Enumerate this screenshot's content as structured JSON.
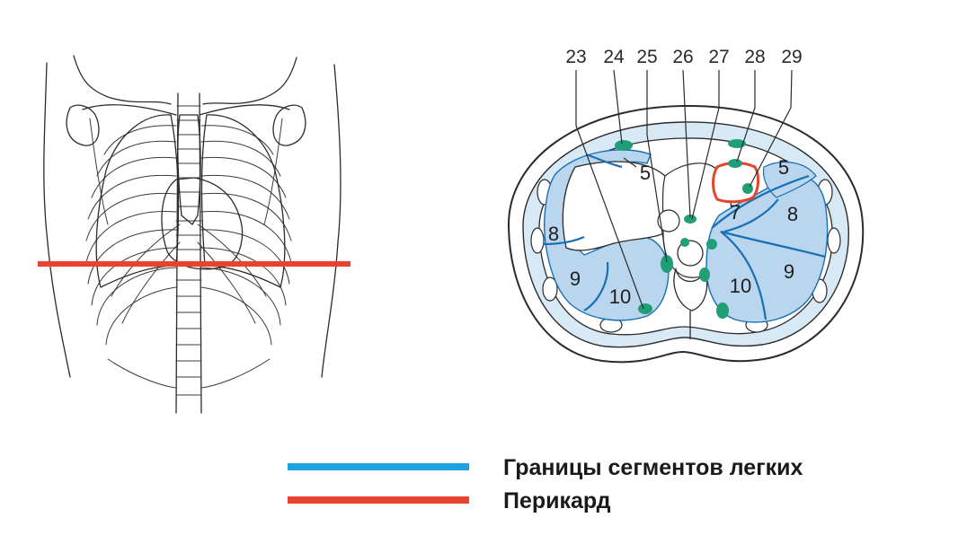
{
  "callouts": [
    "23",
    "24",
    "25",
    "26",
    "27",
    "28",
    "29"
  ],
  "segments": {
    "right_upper_5": "5",
    "right_8": "8",
    "right_9": "9",
    "right_10": "10",
    "left_5": "5",
    "left_7": "7",
    "left_8": "8",
    "left_9": "9",
    "left_10": "10"
  },
  "legend": [
    {
      "label": "Границы сегментов легких",
      "color": "#1aa3e0"
    },
    {
      "label": "Перикард",
      "color": "#e8432d"
    }
  ],
  "colors": {
    "lung_fill": "#b9d6ee",
    "segment_border": "#1a6fb3",
    "node": "#1f9e78",
    "section_line": "#e8432d",
    "pericardium": "#e8432d"
  }
}
